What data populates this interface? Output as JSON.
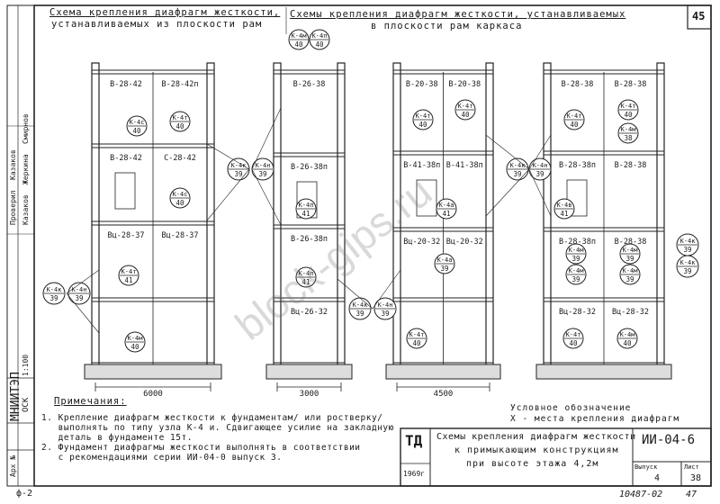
{
  "sheet_number": "45",
  "header": {
    "left_line1": "Схема крепления диафрагм жесткости,",
    "left_line2": "устанавливаемых из плоскости рам",
    "center_line1": "Схемы крепления диафрагм жесткости, устанавливаемых",
    "center_line2": "в плоскости рам каркаса"
  },
  "frames": [
    {
      "span": "6000",
      "panels": [
        "В-28-42",
        "В-28-42п",
        "В-28-42",
        "С-28-42",
        "Вц-28-37",
        "Вц-28-37"
      ],
      "circles": [
        [
          "К-4с",
          "40"
        ],
        [
          "К-4т",
          "40"
        ],
        [
          "К-4с",
          "40"
        ],
        [
          "К-4т",
          "41"
        ],
        [
          "К-4м",
          "40"
        ]
      ]
    },
    {
      "span": "3000",
      "panels": [
        "В-26-38",
        "В-26-38п",
        "В-26-38п",
        "Вц-26-32"
      ],
      "circles": [
        [
          "К-4м",
          "40"
        ],
        [
          "К-4п",
          "40"
        ],
        [
          "К-4п",
          "41"
        ],
        [
          "К-4п",
          "41"
        ]
      ]
    },
    {
      "span": "4500",
      "panels": [
        "В-20-38",
        "В-20-38",
        "В-41-38п",
        "В-41-38п",
        "Вц-20-32",
        "Вц-20-32"
      ],
      "circles": [
        [
          "К-4т",
          "40"
        ],
        [
          "К-4т",
          "40"
        ],
        [
          "К-4а",
          "41"
        ],
        [
          "К-4а",
          "39"
        ],
        [
          "К-4т",
          "40"
        ]
      ]
    },
    {
      "span": "",
      "panels": [
        "В-28-38",
        "В-28-38",
        "В-28-38п",
        "В-28-38",
        "В-28-38п",
        "В-28-38",
        "Вц-28-32",
        "Вц-28-32"
      ],
      "circles": [
        [
          "К-4т",
          "40"
        ],
        [
          "К-4т",
          "40"
        ],
        [
          "К-4м",
          "38"
        ],
        [
          "К-4в",
          "41"
        ],
        [
          "К-4м",
          "39"
        ],
        [
          "К-4м",
          "39"
        ],
        [
          "К-4м",
          "39"
        ],
        [
          "К-4м",
          "39"
        ],
        [
          "К-4т",
          "40"
        ],
        [
          "К-4м",
          "40"
        ]
      ]
    }
  ],
  "connectors": [
    [
      "К-4к",
      "39"
    ],
    [
      "К-4н",
      "39"
    ],
    [
      "К-4к",
      "39"
    ],
    [
      "К-4н",
      "39"
    ],
    [
      "К-4к",
      "39"
    ],
    [
      "К-4н",
      "39"
    ],
    [
      "К-4к",
      "39"
    ],
    [
      "К-4н",
      "39"
    ],
    [
      "К-4м",
      "40"
    ],
    [
      "К-4п",
      "40"
    ],
    [
      "К-4к",
      "39"
    ],
    [
      "К-4к",
      "39"
    ]
  ],
  "bottom_dims": [
    "6000",
    "3000",
    "4500"
  ],
  "notes": {
    "title": "Примечания:",
    "item1": "1. Крепление диафрагм жесткости к фундаментам/ или ростверку/\n   выполнять по типу узла К-4 и. Сдвигающее усилие на закладную\n   деталь в фундаменте 15т.",
    "item2": "2. Фундамент диафрагмы жесткости выполнять в соответствии\n   с рекомендациями серии ИИ-04-0 выпуск 3."
  },
  "legend": {
    "line1": "Условное обозначение",
    "line2": "Х - места крепления диафрагм"
  },
  "title_block": {
    "org_logo": "ТД",
    "year": "1969г",
    "title_line1": "Схемы крепления диафрагм жесткости",
    "title_line2": "к примыкающим конструкциям",
    "title_line3": "при высоте этажа 4,2м",
    "series": "ИИ-04-6",
    "issue_label": "Выпуск",
    "issue_value": "4",
    "sheet_label": "Лист",
    "sheet_value": "38"
  },
  "side_stamp": {
    "org": "МНИИТЭП",
    "dept": "ОСК",
    "scale": "1:100",
    "archive": "Арх №",
    "people": [
      "Казаков",
      "Жеркина",
      "Смирнов",
      "Проверил",
      "Казаков"
    ]
  },
  "watermark": "block-gips.ru",
  "footer": {
    "left": "ф-2",
    "code": "10487-02",
    "page": "47"
  }
}
